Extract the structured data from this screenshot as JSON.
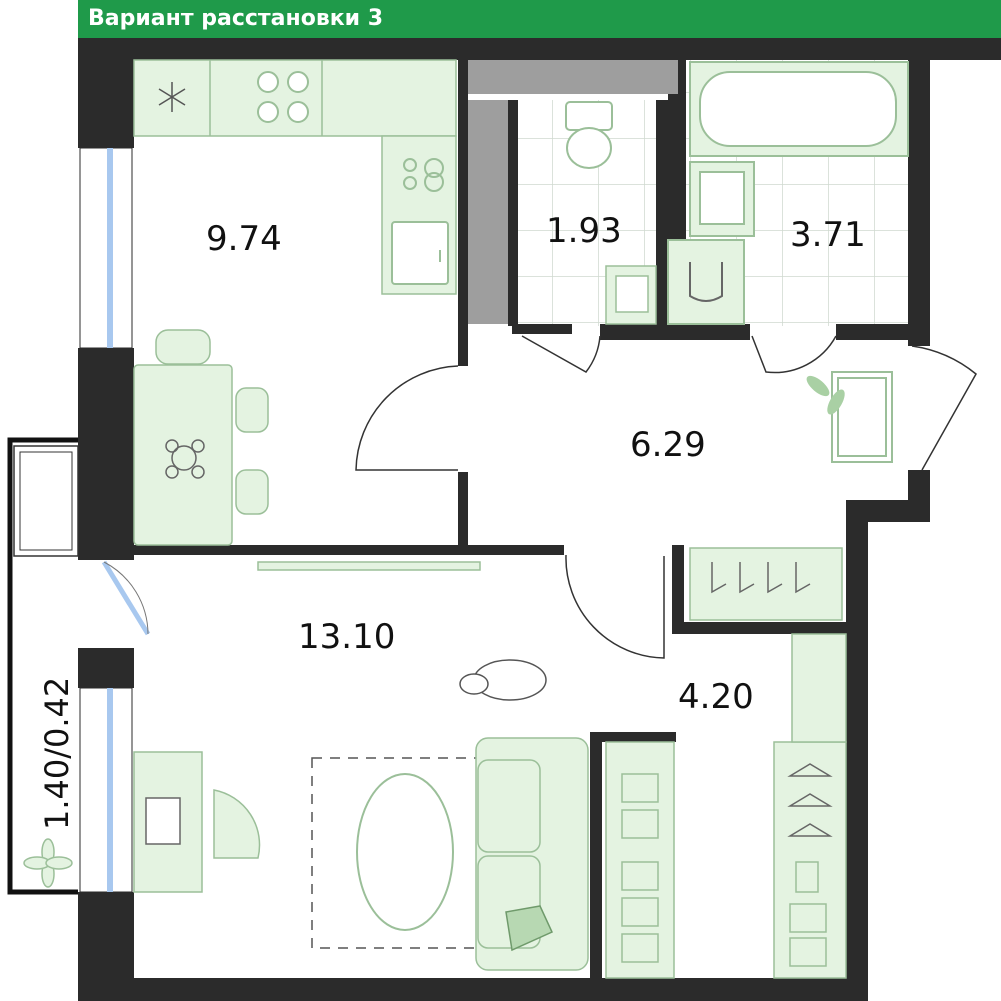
{
  "header": {
    "title": "Вариант расстановки 3"
  },
  "rooms": {
    "kitchen_area": "9.74",
    "toilet_area": "1.93",
    "bathroom_area": "3.71",
    "hallway_area": "6.29",
    "living_area": "13.10",
    "wardrobe_area": "4.20"
  },
  "balcony": {
    "label": "1.40/0.42"
  },
  "colors": {
    "header_bg": "#1f9a4a",
    "wall": "#2b2b2b",
    "furniture_fill": "#e4f3e1",
    "furniture_stroke": "#9bbf99",
    "tile_line": "#cfd9cf",
    "window": "#a8c8ef"
  },
  "icons": [
    "snowflake-icon",
    "stove-icon",
    "sink-icon",
    "toilet-icon",
    "bathtub-icon",
    "washing-machine-icon",
    "sofa-icon",
    "chair-icon",
    "table-icon",
    "flower-icon",
    "dog-icon",
    "hanger-icon",
    "plant-icon",
    "desk-icon"
  ]
}
